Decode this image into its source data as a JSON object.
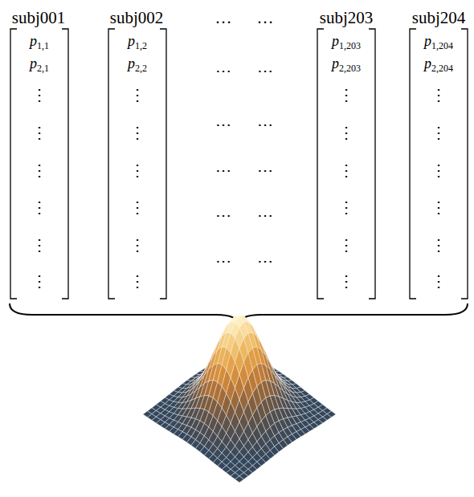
{
  "diagram": {
    "labels": [
      "subj001",
      "subj002",
      "…",
      "…",
      "subj203",
      "subj204",
      "p1,1",
      "p2,1",
      "⋮",
      "⋮",
      "⋮",
      "⋮",
      "⋮",
      "⋮",
      "p1,2",
      "p2,2",
      "⋮",
      "⋮",
      "⋮",
      "⋮",
      "⋮",
      "⋮",
      "p1,203",
      "p2,203",
      "⋮",
      "⋮",
      "⋮",
      "⋮",
      "⋮",
      "⋮",
      "p1,204",
      "p2,204",
      "⋮",
      "⋮",
      "⋮",
      "⋮",
      "⋮",
      "⋮",
      "⋯",
      "⋯",
      "⋯",
      "⋯",
      "⋯",
      "⋯",
      "⋯",
      "⋯",
      "⋯",
      "⋯"
    ]
  }
}
